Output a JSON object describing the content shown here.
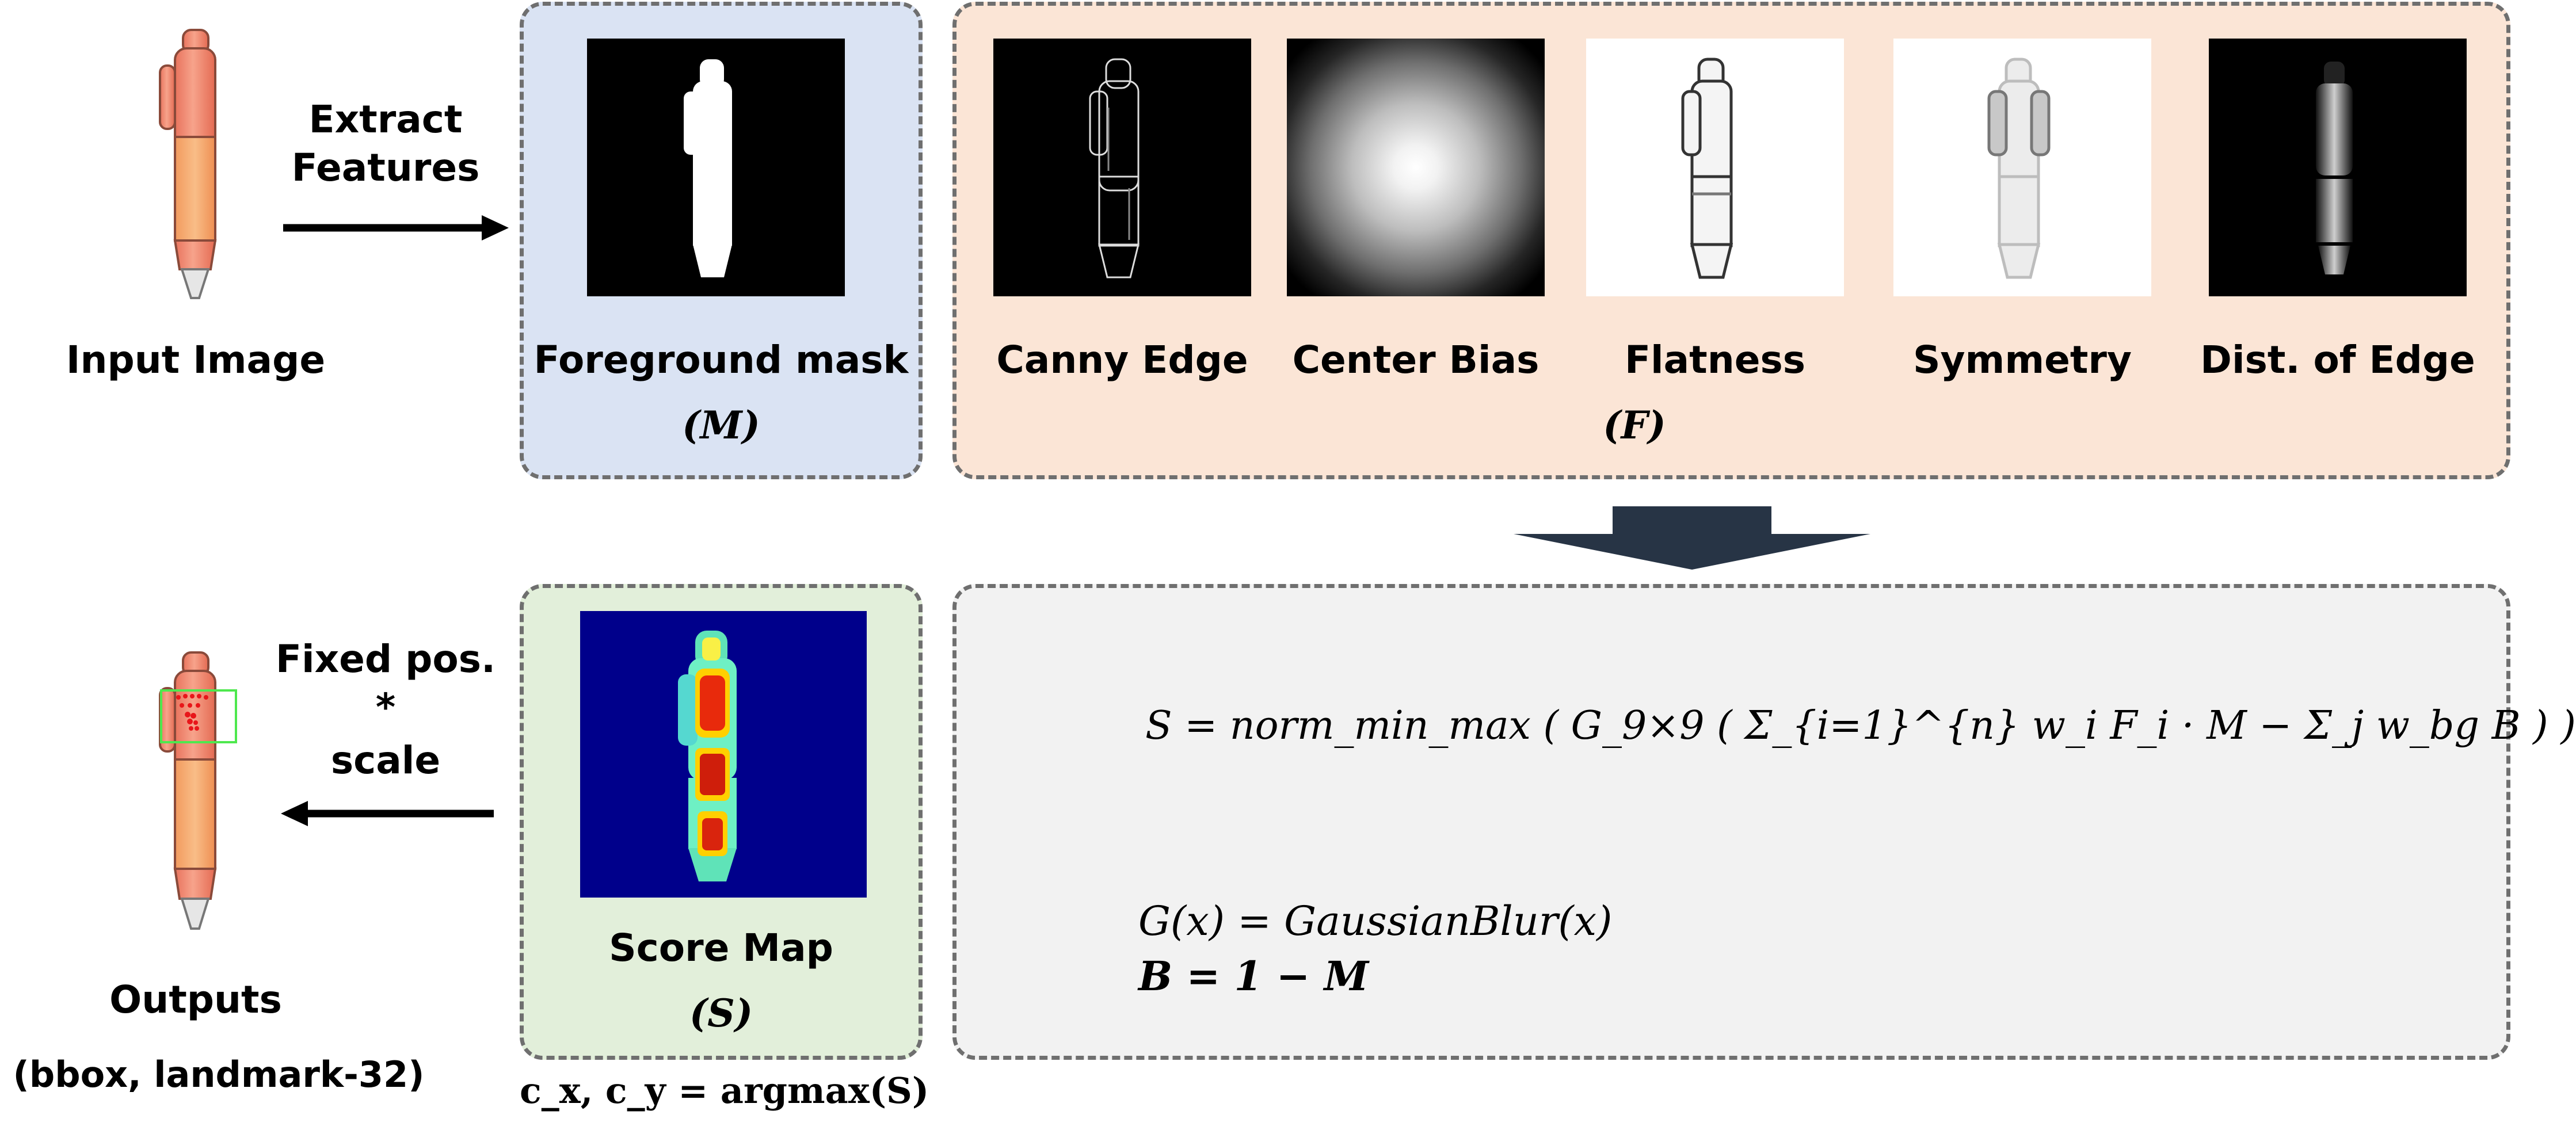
{
  "input": {
    "label": "Input Image"
  },
  "arrow_top": {
    "line1": "Extract",
    "line2": "Features"
  },
  "foreground": {
    "label": "Foreground mask",
    "symbol": "(M)"
  },
  "features": {
    "items": [
      {
        "label": "Canny Edge"
      },
      {
        "label": "Center Bias"
      },
      {
        "label": "Flatness"
      },
      {
        "label": "Symmetry"
      },
      {
        "label": "Dist. of Edge"
      }
    ],
    "symbol": "(F)"
  },
  "score": {
    "label": "Score Map",
    "symbol": "(S)",
    "argmax": "c_x, c_y = argmax(S)"
  },
  "arrow_bottom": {
    "line1": "Fixed pos.",
    "line2": "*",
    "line3": "scale"
  },
  "outputs": {
    "label": "Outputs",
    "sublabel": "(bbox, landmark-32)"
  },
  "formula": {
    "main": "S = norm_min_max ( G_9×9 ( Σ_{i=1}^{n} w_i F_i · M − Σ_j w_bg B ) )",
    "g_def": "G(x) = GaussianBlur(x)",
    "b_def": "B = 1 − M"
  },
  "colors": {
    "foreground_panel": "#dae3f3",
    "features_panel": "#fbe5d6",
    "score_panel": "#e2efda",
    "formula_panel": "#f2f2f2",
    "panel_border": "#6f6f6f",
    "pen_body": "#f08a6e",
    "score_background": "#00008b"
  }
}
